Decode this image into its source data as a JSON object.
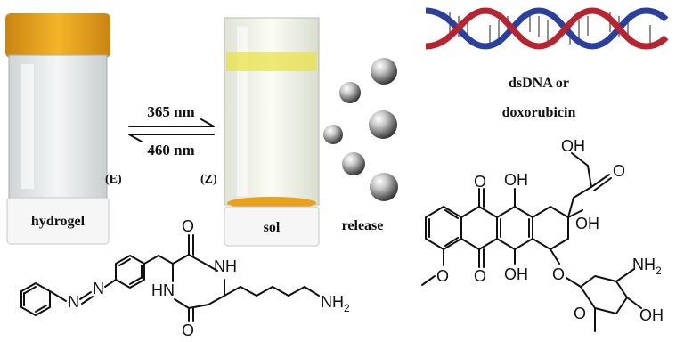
{
  "labels": {
    "forward_wavelength": "365 nm",
    "reverse_wavelength": "460 nm",
    "state_e": "(E)",
    "state_z": "(Z)",
    "vial_left": "hydrogel",
    "vial_right": "sol",
    "release": "release",
    "cargo_line1": "dsDNA or",
    "cargo_line2": "doxorubicin"
  },
  "atoms": {
    "n": "N",
    "o": "O",
    "nh": "NH",
    "hn": "HN",
    "nh2": "NH",
    "sub2": "2",
    "oh": "OH"
  },
  "colors": {
    "cap": "#e8a11a",
    "dna_blue": "#2b3f9e",
    "dna_red": "#b8232f",
    "sol_yellow": "#e9e24a"
  }
}
